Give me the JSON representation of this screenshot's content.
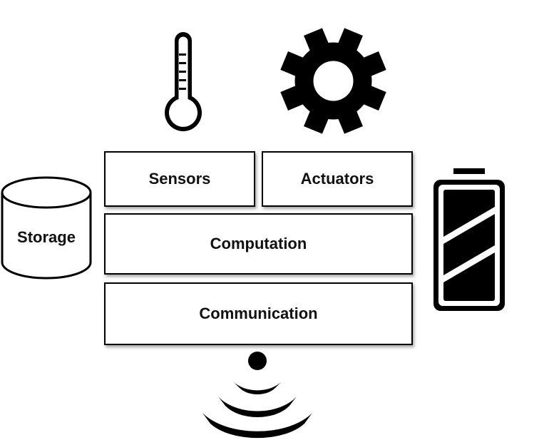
{
  "blocks": {
    "sensors": "Sensors",
    "actuators": "Actuators",
    "computation": "Computation",
    "communication": "Communication",
    "storage": "Storage"
  },
  "icons": {
    "thermometer": "thermometer-icon",
    "gear": "gear-icon",
    "storage": "database-cylinder-icon",
    "battery": "battery-icon",
    "wireless": "wifi-signal-icon"
  },
  "colors": {
    "ink": "#000000",
    "background": "#ffffff"
  }
}
